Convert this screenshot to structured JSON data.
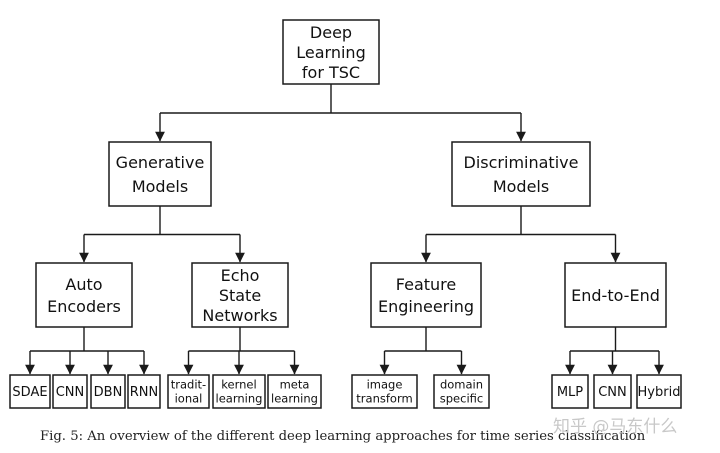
{
  "diagram": {
    "root": {
      "lines": [
        "Deep",
        "Learning",
        "for TSC"
      ]
    },
    "generative": {
      "lines": [
        "Generative",
        "Models"
      ],
      "auto_encoders": {
        "lines": [
          "Auto",
          "Encoders"
        ],
        "children": [
          [
            "SDAE"
          ],
          [
            "CNN"
          ],
          [
            "DBN"
          ],
          [
            "RNN"
          ]
        ]
      },
      "echo_state": {
        "lines": [
          "Echo",
          "State",
          "Networks"
        ],
        "children": [
          [
            "tradit-",
            "ional"
          ],
          [
            "kernel",
            "learning"
          ],
          [
            "meta",
            "learning"
          ]
        ]
      }
    },
    "discriminative": {
      "lines": [
        "Discriminative",
        "Models"
      ],
      "feature_engineering": {
        "lines": [
          "Feature",
          "Engineering"
        ],
        "children": [
          [
            "image",
            "transform"
          ],
          [
            "domain",
            "specific"
          ]
        ]
      },
      "end_to_end": {
        "lines": [
          "End-to-End"
        ],
        "children": [
          [
            "MLP"
          ],
          [
            "CNN"
          ],
          [
            "Hybrid"
          ]
        ]
      }
    }
  },
  "caption": "Fig. 5: An overview of the different deep learning approaches for time series classification",
  "watermark": "知乎 @马东什么"
}
